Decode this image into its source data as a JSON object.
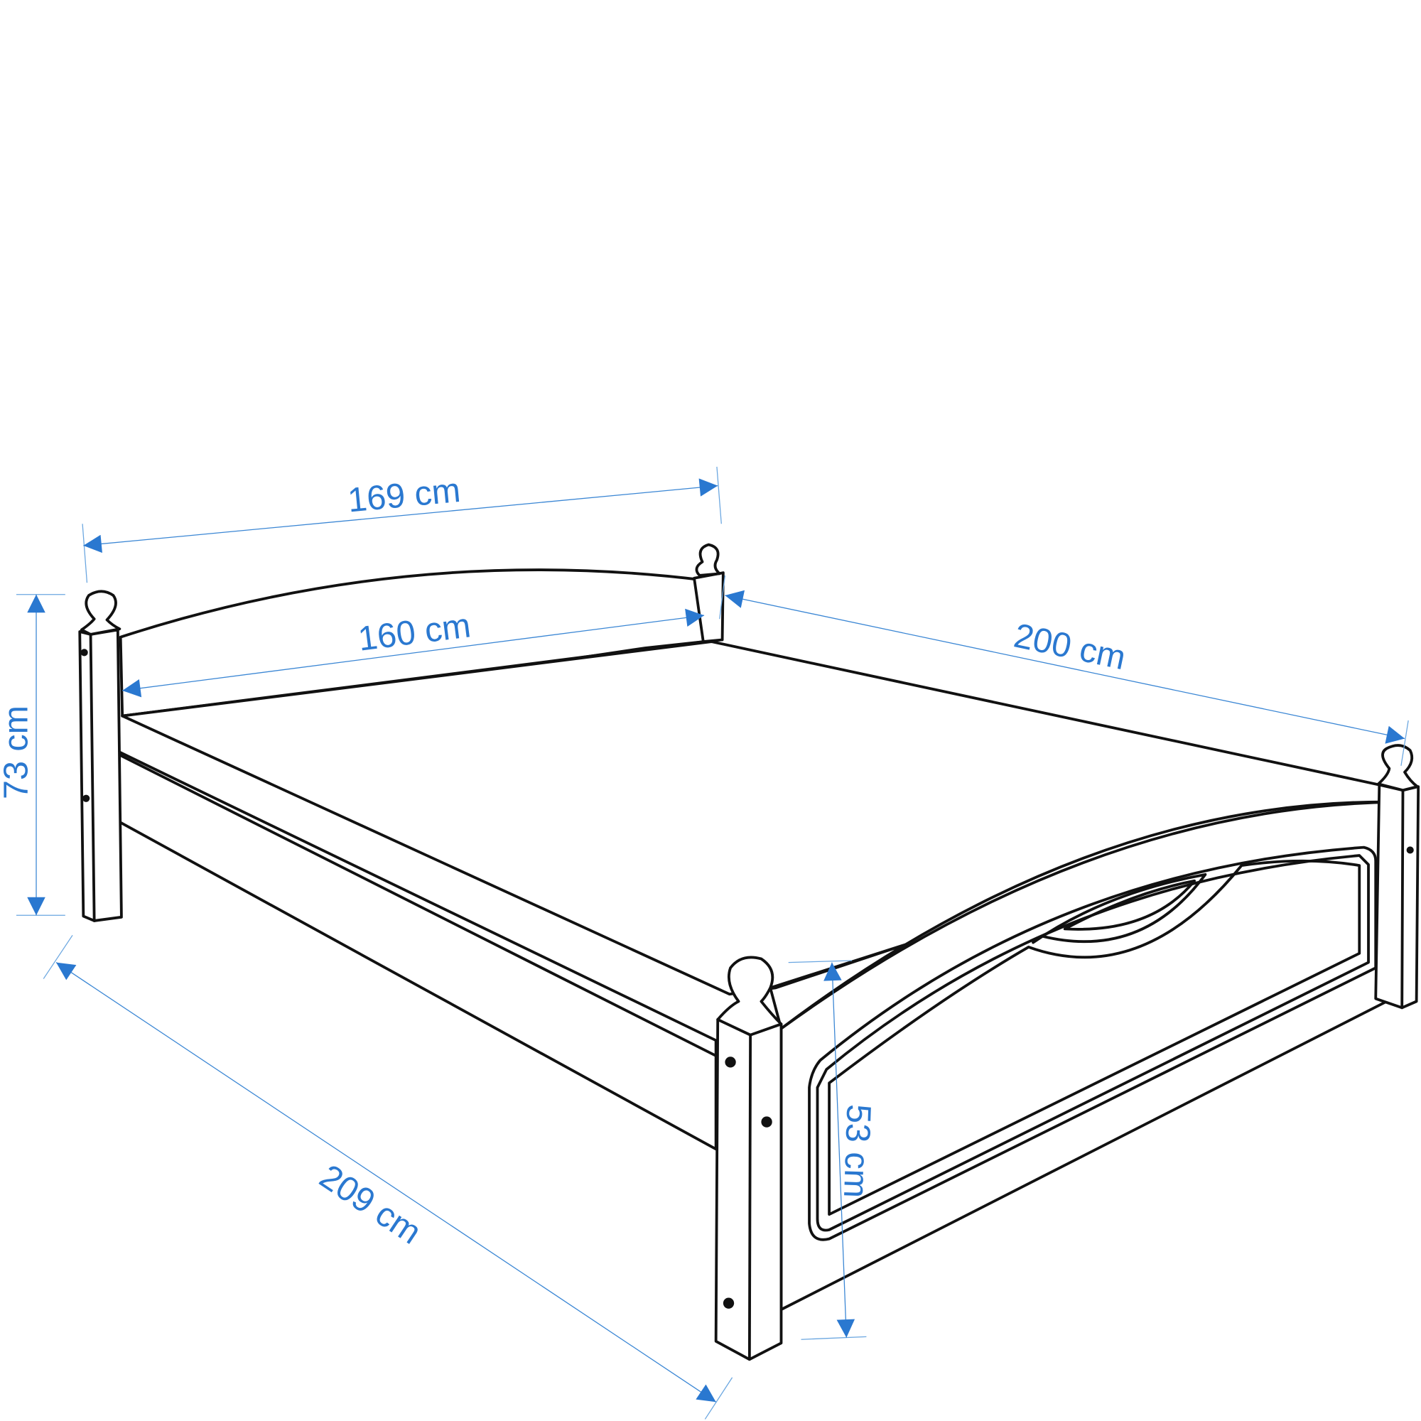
{
  "dimensions": {
    "overall_width": "169 cm",
    "mattress_width": "160 cm",
    "mattress_length": "200 cm",
    "headboard_height": "73 cm",
    "overall_length": "209 cm",
    "footboard_height": "53 cm"
  },
  "colors": {
    "dimension": "#2a78d0",
    "outline": "#111111"
  }
}
